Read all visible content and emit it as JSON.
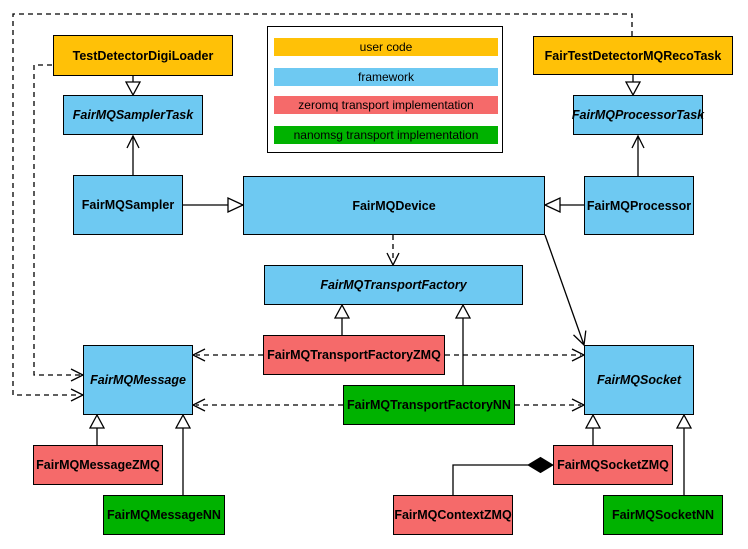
{
  "legend": {
    "items": [
      {
        "label": "user code",
        "color": "#FFC107"
      },
      {
        "label": "framework",
        "color": "#6EC9F2"
      },
      {
        "label": "zeromq transport implementation",
        "color": "#F56A6A"
      },
      {
        "label": "nanomsg transport implementation",
        "color": "#00B200"
      }
    ]
  },
  "nodes": {
    "testDetectorDigiLoader": {
      "label": "TestDetectorDigiLoader",
      "category": "user code",
      "abstract": false
    },
    "fairMQSamplerTask": {
      "label": "FairMQSamplerTask",
      "category": "framework",
      "abstract": true
    },
    "fairTestDetectorMQRecoTask": {
      "label": "FairTestDetectorMQRecoTask",
      "category": "user code",
      "abstract": false
    },
    "fairMQProcessorTask": {
      "label": "FairMQProcessorTask",
      "category": "framework",
      "abstract": true
    },
    "fairMQSampler": {
      "label": "FairMQSampler",
      "category": "framework",
      "abstract": false
    },
    "fairMQDevice": {
      "label": "FairMQDevice",
      "category": "framework",
      "abstract": false
    },
    "fairMQProcessor": {
      "label": "FairMQProcessor",
      "category": "framework",
      "abstract": false
    },
    "fairMQTransportFactory": {
      "label": "FairMQTransportFactory",
      "category": "framework",
      "abstract": true
    },
    "fairMQTransportFactoryZMQ": {
      "label": "FairMQTransportFactoryZMQ",
      "category": "zeromq transport implementation",
      "abstract": false
    },
    "fairMQTransportFactoryNN": {
      "label": "FairMQTransportFactoryNN",
      "category": "nanomsg transport implementation",
      "abstract": false
    },
    "fairMQMessage": {
      "label": "FairMQMessage",
      "category": "framework",
      "abstract": true
    },
    "fairMQSocket": {
      "label": "FairMQSocket",
      "category": "framework",
      "abstract": true
    },
    "fairMQMessageZMQ": {
      "label": "FairMQMessageZMQ",
      "category": "zeromq transport implementation",
      "abstract": false
    },
    "fairMQMessageNN": {
      "label": "FairMQMessageNN",
      "category": "nanomsg transport implementation",
      "abstract": false
    },
    "fairMQContextZMQ": {
      "label": "FairMQContextZMQ",
      "category": "zeromq transport implementation",
      "abstract": false
    },
    "fairMQSocketZMQ": {
      "label": "FairMQSocketZMQ",
      "category": "zeromq transport implementation",
      "abstract": false
    },
    "fairMQSocketNN": {
      "label": "FairMQSocketNN",
      "category": "nanomsg transport implementation",
      "abstract": false
    }
  },
  "edges": [
    {
      "from": "TestDetectorDigiLoader",
      "to": "FairMQSamplerTask",
      "type": "generalization"
    },
    {
      "from": "FairTestDetectorMQRecoTask",
      "to": "FairMQProcessorTask",
      "type": "generalization"
    },
    {
      "from": "FairMQSampler",
      "to": "FairMQSamplerTask",
      "type": "arrow"
    },
    {
      "from": "FairMQProcessor",
      "to": "FairMQProcessorTask",
      "type": "arrow"
    },
    {
      "from": "FairMQSampler",
      "to": "FairMQDevice",
      "type": "generalization"
    },
    {
      "from": "FairMQProcessor",
      "to": "FairMQDevice",
      "type": "generalization"
    },
    {
      "from": "FairMQDevice",
      "to": "FairMQTransportFactory",
      "type": "dashed-arrow"
    },
    {
      "from": "FairMQDevice",
      "to": "FairMQSocket",
      "type": "arrow"
    },
    {
      "from": "FairMQTransportFactoryZMQ",
      "to": "FairMQTransportFactory",
      "type": "generalization"
    },
    {
      "from": "FairMQTransportFactoryNN",
      "to": "FairMQTransportFactory",
      "type": "generalization"
    },
    {
      "from": "FairMQTransportFactoryZMQ",
      "to": "FairMQMessage",
      "type": "dashed-arrow"
    },
    {
      "from": "FairMQTransportFactoryZMQ",
      "to": "FairMQSocket",
      "type": "dashed-arrow"
    },
    {
      "from": "FairMQTransportFactoryNN",
      "to": "FairMQMessage",
      "type": "dashed-arrow"
    },
    {
      "from": "FairMQTransportFactoryNN",
      "to": "FairMQSocket",
      "type": "dashed-arrow"
    },
    {
      "from": "FairTestDetectorMQRecoTask",
      "to": "FairMQMessage",
      "type": "dashed-arrow"
    },
    {
      "from": "TestDetectorDigiLoader",
      "to": "FairMQMessage",
      "type": "dashed-arrow"
    },
    {
      "from": "FairMQMessageZMQ",
      "to": "FairMQMessage",
      "type": "generalization"
    },
    {
      "from": "FairMQMessageNN",
      "to": "FairMQMessage",
      "type": "generalization"
    },
    {
      "from": "FairMQSocketZMQ",
      "to": "FairMQSocket",
      "type": "generalization"
    },
    {
      "from": "FairMQSocketNN",
      "to": "FairMQSocket",
      "type": "generalization"
    },
    {
      "from": "FairMQSocketZMQ",
      "to": "FairMQContextZMQ",
      "type": "composition"
    }
  ]
}
